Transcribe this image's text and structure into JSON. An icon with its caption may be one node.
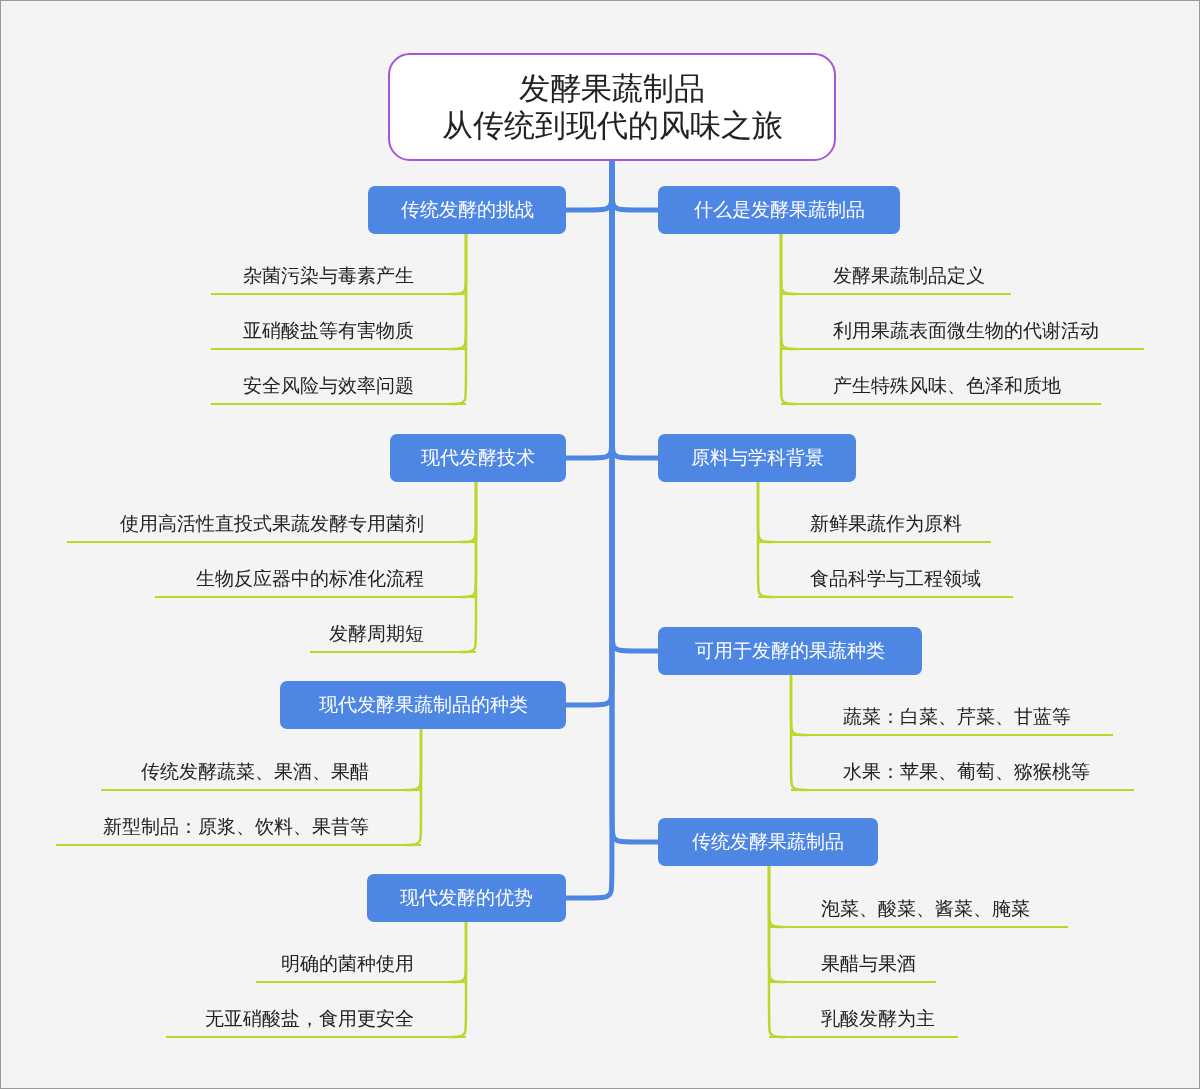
{
  "diagram": {
    "nodes": [
      {
        "text": [
          "发酵果蔬制品",
          "从传统到现代的风味之旅"
        ]
      },
      {
        "text": [
          "传统发酵的挑战"
        ]
      },
      {
        "text": [
          "杂菌污染与毒素产生"
        ]
      },
      {
        "text": [
          "亚硝酸盐等有害物质"
        ]
      },
      {
        "text": [
          "安全风险与效率问题"
        ]
      },
      {
        "text": [
          "什么是发酵果蔬制品"
        ]
      },
      {
        "text": [
          "发酵果蔬制品定义"
        ]
      },
      {
        "text": [
          "利用果蔬表面微生物的代谢活动"
        ]
      },
      {
        "text": [
          "产生特殊风味、色泽和质地"
        ]
      },
      {
        "text": [
          "现代发酵技术"
        ]
      },
      {
        "text": [
          "使用高活性直投式果蔬发酵专用菌剂"
        ]
      },
      {
        "text": [
          "生物反应器中的标准化流程"
        ]
      },
      {
        "text": [
          "发酵周期短"
        ]
      },
      {
        "text": [
          "原料与学科背景"
        ]
      },
      {
        "text": [
          "新鲜果蔬作为原料"
        ]
      },
      {
        "text": [
          "食品科学与工程领域"
        ]
      },
      {
        "text": [
          "可用于发酵的果蔬种类"
        ]
      },
      {
        "text": [
          "蔬菜：白菜、芹菜、甘蓝等"
        ]
      },
      {
        "text": [
          "水果：苹果、葡萄、猕猴桃等"
        ]
      },
      {
        "text": [
          "现代发酵果蔬制品的种类"
        ]
      },
      {
        "text": [
          "传统发酵蔬菜、果酒、果醋"
        ]
      },
      {
        "text": [
          "新型制品：原浆、饮料、果昔等"
        ]
      },
      {
        "text": [
          "传统发酵果蔬制品"
        ]
      },
      {
        "text": [
          "泡菜、酸菜、酱菜、腌菜"
        ]
      },
      {
        "text": [
          "果醋与果酒"
        ]
      },
      {
        "text": [
          "乳酸发酵为主"
        ]
      },
      {
        "text": [
          "现代发酵的优势"
        ]
      },
      {
        "text": [
          "明确的菌种使用"
        ]
      },
      {
        "text": [
          "无亚硝酸盐，食用更安全"
        ]
      }
    ],
    "edges": [
      {
        "from": 0,
        "to": 1,
        "arrow": "none",
        "style": "thick",
        "color": "#4e86e4"
      },
      {
        "from": 1,
        "to": 2,
        "arrow": "none"
      },
      {
        "from": 1,
        "to": 3,
        "arrow": "none"
      },
      {
        "from": 1,
        "to": 4,
        "arrow": "none"
      },
      {
        "from": 0,
        "to": 5,
        "arrow": "none",
        "style": "thick",
        "color": "#4e86e4"
      },
      {
        "from": 5,
        "to": 6,
        "arrow": "none"
      },
      {
        "from": 5,
        "to": 7,
        "arrow": "none"
      },
      {
        "from": 5,
        "to": 8,
        "arrow": "none"
      },
      {
        "from": 0,
        "to": 9,
        "arrow": "none",
        "style": "thick",
        "color": "#4e86e4"
      },
      {
        "from": 9,
        "to": 10,
        "arrow": "none"
      },
      {
        "from": 9,
        "to": 11,
        "arrow": "none"
      },
      {
        "from": 9,
        "to": 12,
        "arrow": "none"
      },
      {
        "from": 0,
        "to": 13,
        "arrow": "none",
        "style": "thick",
        "color": "#4e86e4"
      },
      {
        "from": 13,
        "to": 14,
        "arrow": "none"
      },
      {
        "from": 13,
        "to": 15,
        "arrow": "none"
      },
      {
        "from": 0,
        "to": 16,
        "arrow": "none",
        "style": "thick",
        "color": "#4e86e4"
      },
      {
        "from": 16,
        "to": 17,
        "arrow": "none"
      },
      {
        "from": 16,
        "to": 18,
        "arrow": "none"
      },
      {
        "from": 0,
        "to": 19,
        "arrow": "none",
        "style": "thick",
        "color": "#4e86e4"
      },
      {
        "from": 19,
        "to": 20,
        "arrow": "none"
      },
      {
        "from": 19,
        "to": 21,
        "arrow": "none"
      },
      {
        "from": 0,
        "to": 22,
        "arrow": "none",
        "style": "thick",
        "color": "#4e86e4"
      },
      {
        "from": 22,
        "to": 23,
        "arrow": "none"
      },
      {
        "from": 22,
        "to": 24,
        "arrow": "none"
      },
      {
        "from": 22,
        "to": 25,
        "arrow": "none"
      },
      {
        "from": 0,
        "to": 26,
        "arrow": "none",
        "style": "thick",
        "color": "#4e86e4"
      },
      {
        "from": 26,
        "to": 27,
        "arrow": "none"
      },
      {
        "from": 26,
        "to": 28,
        "arrow": "none"
      }
    ]
  }
}
